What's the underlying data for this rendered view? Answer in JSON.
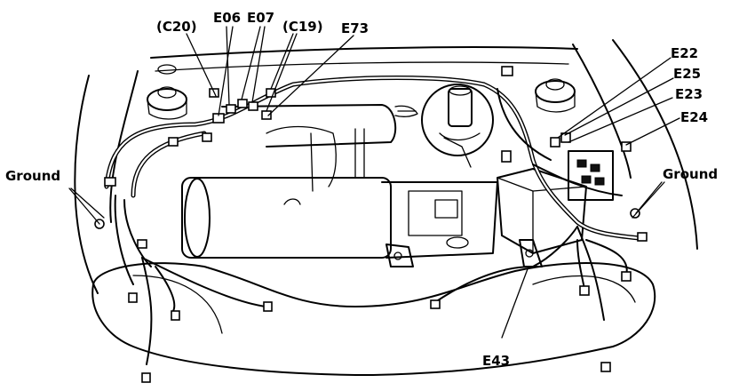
{
  "labels": {
    "c20": "(C20)",
    "e06": "E06",
    "e07": "E07",
    "c19": "(C19)",
    "e73": "E73",
    "e22": "E22",
    "e25": "E25",
    "e23": "E23",
    "e24": "E24",
    "ground_left": "Ground",
    "ground_right": "Ground",
    "e43": "E43"
  }
}
